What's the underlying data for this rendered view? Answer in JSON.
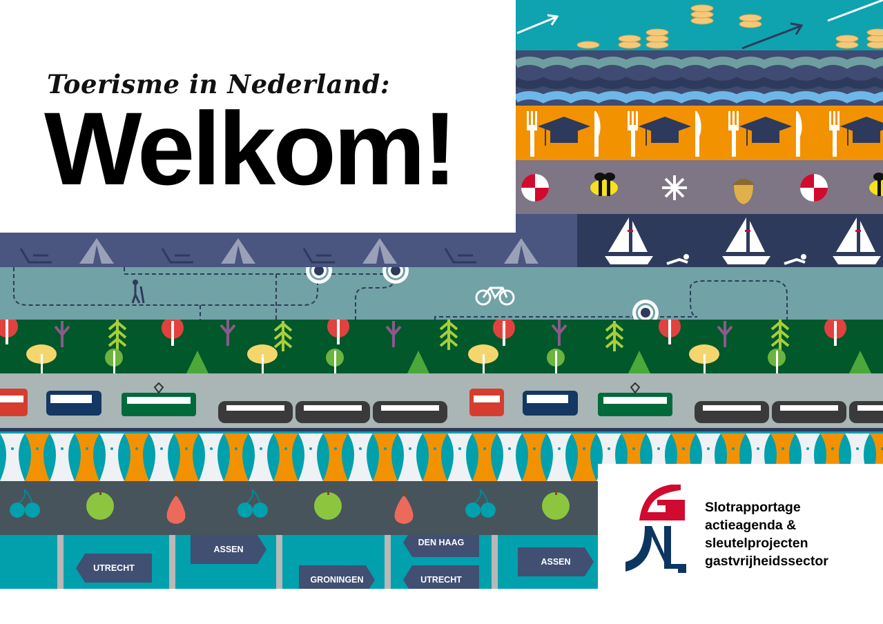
{
  "cover": {
    "subtitle": "Toerisme in Nederland:",
    "headline": "Welkom!"
  },
  "publication": {
    "lines": [
      "Slotrapportage",
      "actieagenda &",
      "sleutelprojecten",
      "gastvrijheidssector"
    ]
  },
  "signposts": [
    "UTRECHT",
    "ASSEN",
    "GRONINGEN",
    "DEN HAAG",
    "UTRECHT",
    "ASSEN"
  ],
  "colors": {
    "teal": "#00a0ad",
    "navy": "#2e3a5c",
    "orange": "#f39200",
    "mauve": "#7e7585",
    "forest": "#00582b",
    "slate": "#47545c",
    "red": "#d10a2f",
    "logo_navy": "#0c3660"
  }
}
